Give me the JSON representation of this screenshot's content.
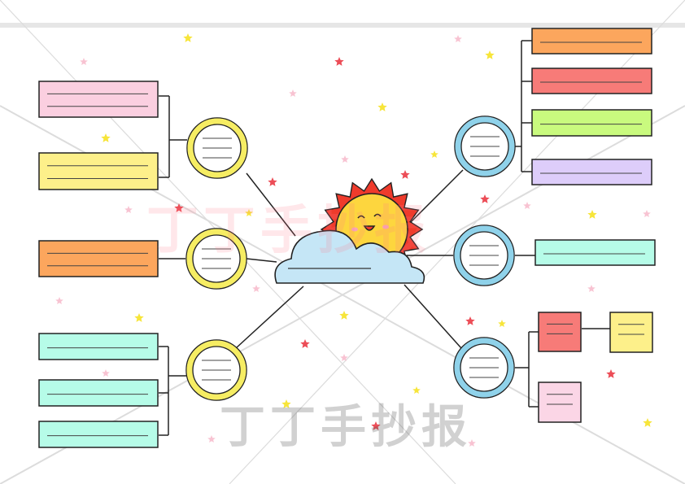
{
  "watermark": {
    "text_top": "丁丁手抄报",
    "text_bottom": "丁丁手抄报"
  },
  "colors": {
    "pink": "#fbcfe0",
    "yellow": "#fdf08a",
    "orange": "#fca65d",
    "mint": "#b6fce8",
    "salmon": "#f77b78",
    "lime": "#c9fa7e",
    "lavender": "#ddcdfa",
    "lightpink": "#fbd6e6",
    "circle_yellow": "#f6ed63",
    "circle_blue": "#8fd2ea",
    "cloud": "#c5e6f6",
    "sun": "#fdd63e",
    "sun_rays": "#ef3b2c",
    "line": "#222222",
    "star_yellow": "#f7e53a",
    "star_red": "#ec4d57",
    "star_pink": "#f8c3d2"
  },
  "diagram": {
    "center": "cloud-with-smiling-sun",
    "branches": [
      {
        "id": "left-top",
        "circle_color": "yellow",
        "boxes": [
          "pink",
          "yellow"
        ]
      },
      {
        "id": "left-middle",
        "circle_color": "yellow",
        "boxes": [
          "orange"
        ]
      },
      {
        "id": "left-bottom",
        "circle_color": "yellow",
        "boxes": [
          "mint",
          "mint",
          "mint"
        ]
      },
      {
        "id": "right-top",
        "circle_color": "blue",
        "boxes": [
          "orange",
          "salmon",
          "lime",
          "lavender"
        ]
      },
      {
        "id": "right-middle",
        "circle_color": "blue",
        "boxes": [
          "mint"
        ]
      },
      {
        "id": "right-bottom",
        "circle_color": "blue",
        "boxes": [
          "salmon",
          "lightpink",
          "yellow"
        ]
      }
    ]
  }
}
